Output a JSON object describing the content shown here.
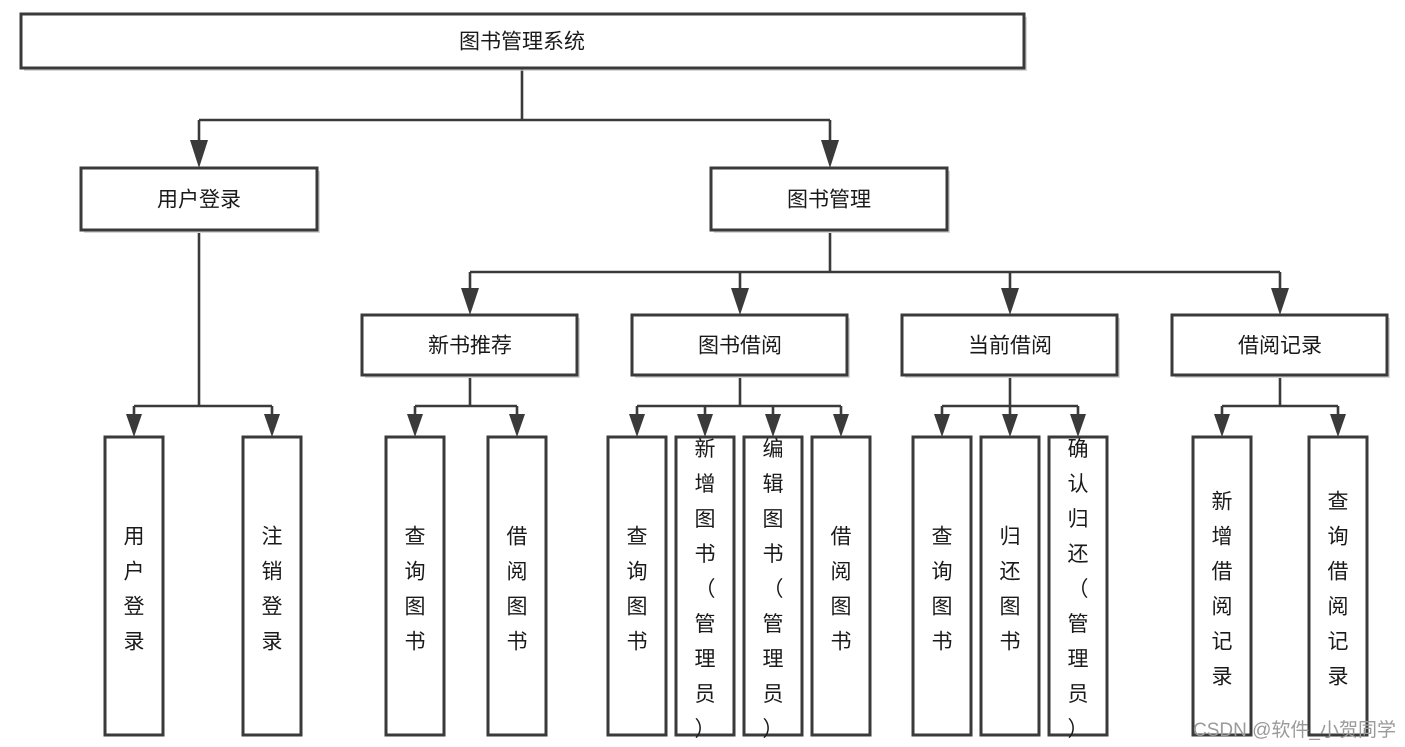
{
  "diagram": {
    "title": "图书管理系统",
    "type": "tree-hierarchy",
    "watermark": "CSDN @软件_小贺同学",
    "colors": {
      "box_stroke": "#3a3a3a",
      "box_fill": "#ffffff",
      "connector": "#3a3a3a",
      "text": "#1a1a1a",
      "watermark": "#9a9a9a",
      "background": "#ffffff"
    },
    "nodes": {
      "root": {
        "label": "图书管理系统"
      },
      "level1": [
        {
          "label": "用户登录"
        },
        {
          "label": "图书管理"
        }
      ],
      "level2": [
        {
          "label": "新书推荐"
        },
        {
          "label": "图书借阅"
        },
        {
          "label": "当前借阅"
        },
        {
          "label": "借阅记录"
        }
      ],
      "leaves": {
        "user_login": [
          {
            "label": "用户登录"
          },
          {
            "label": "注销登录"
          }
        ],
        "new_book_recommend": [
          {
            "label": "查询图书"
          },
          {
            "label": "借阅图书"
          }
        ],
        "book_borrow": [
          {
            "label": "查询图书"
          },
          {
            "label": "新增图书（管理员）"
          },
          {
            "label": "编辑图书（管理员）"
          },
          {
            "label": "借阅图书"
          }
        ],
        "current_borrow": [
          {
            "label": "查询图书"
          },
          {
            "label": "归还图书"
          },
          {
            "label": "确认归还（管理员）"
          }
        ],
        "borrow_record": [
          {
            "label": "新增借阅记录"
          },
          {
            "label": "查询借阅记录"
          }
        ]
      }
    }
  }
}
